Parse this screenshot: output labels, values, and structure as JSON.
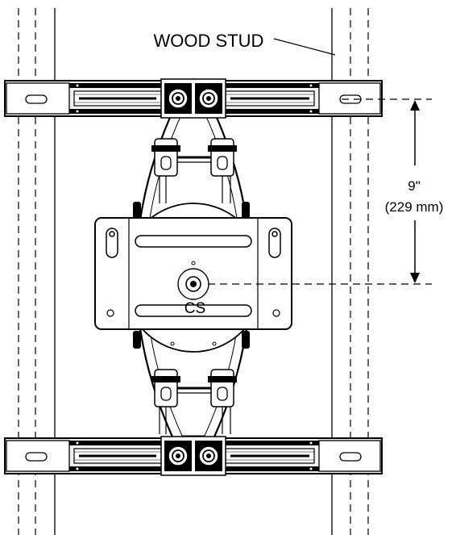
{
  "labels": {
    "stud": "WOOD STUD",
    "dim_in": "9\"",
    "dim_mm": "(229 mm)",
    "center": "CS"
  },
  "colors": {
    "line": "#000000",
    "rail_fill": "#f2f2f2",
    "background": "#ffffff"
  }
}
